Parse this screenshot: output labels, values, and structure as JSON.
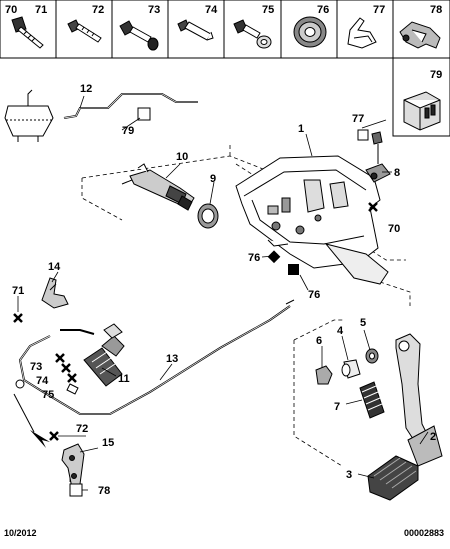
{
  "parts_grid": {
    "cells": [
      {
        "number": "70",
        "icon": "bolt-flange-icon"
      },
      {
        "number": "71",
        "icon": "bolt-icon"
      },
      {
        "number": "72",
        "icon": "bolt-icon"
      },
      {
        "number": "73",
        "icon": "bolt-flange-icon"
      },
      {
        "number": "74",
        "icon": "bolt-icon"
      },
      {
        "number": "75",
        "icon": "bolt-washer-icon"
      },
      {
        "number": "76",
        "icon": "grommet-icon"
      },
      {
        "number": "77",
        "icon": "clip-icon"
      },
      {
        "number": "78",
        "icon": "bracket-icon"
      },
      {
        "number": "79",
        "icon": "connector-icon"
      }
    ]
  },
  "callouts": [
    "1",
    "2",
    "3",
    "4",
    "5",
    "6",
    "7",
    "8",
    "9",
    "10",
    "11",
    "12",
    "13",
    "14",
    "15",
    "70",
    "71",
    "72",
    "73",
    "74",
    "75",
    "76",
    "76",
    "77",
    "78",
    "79"
  ],
  "footer": {
    "date_code": "10/2012",
    "ref_code": "00002883"
  }
}
